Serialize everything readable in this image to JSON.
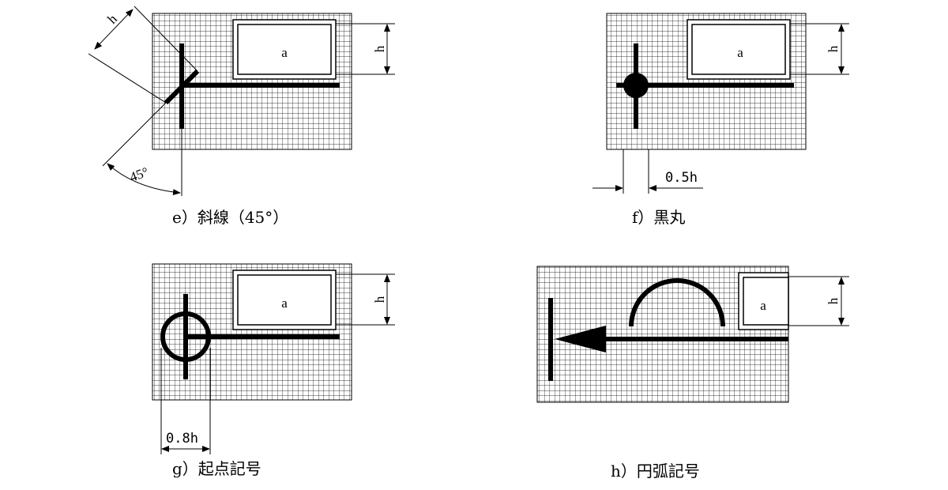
{
  "panels": {
    "e": {
      "caption": "e）斜線（45°）",
      "box_label": "a",
      "dim_h_right": "h",
      "dim_h_diag": "h",
      "angle_label": "45°"
    },
    "f": {
      "caption": "f）黒丸",
      "box_label": "a",
      "dim_h_right": "h",
      "dim_width": "0.5h"
    },
    "g": {
      "caption": "g）起点記号",
      "box_label": "a",
      "dim_h_right": "h",
      "dim_width": "0.8h"
    },
    "h": {
      "caption": "h）円弧記号",
      "box_label": "a",
      "dim_h_right": "h"
    }
  }
}
